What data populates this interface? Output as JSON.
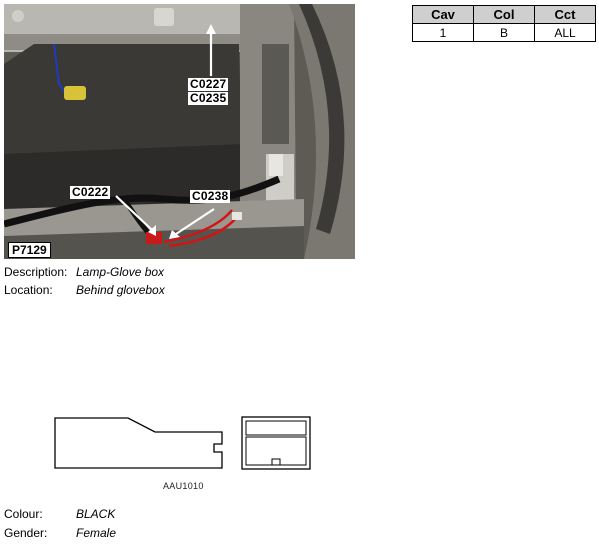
{
  "photo": {
    "callouts": {
      "c0227": "C0227",
      "c0235": "C0235",
      "c0222": "C0222",
      "c0238": "C0238"
    },
    "photo_id": "P7129"
  },
  "pin_table": {
    "headers": [
      "Cav",
      "Col",
      "Cct"
    ],
    "rows": [
      [
        "1",
        "B",
        "ALL"
      ]
    ]
  },
  "info": {
    "description_label": "Description:",
    "description_value": "Lamp-Glove box",
    "location_label": "Location:",
    "location_value": "Behind glovebox",
    "colour_label": "Colour:",
    "colour_value": "BLACK",
    "gender_label": "Gender:",
    "gender_value": "Female"
  },
  "connector": {
    "code": "AAU1010"
  }
}
